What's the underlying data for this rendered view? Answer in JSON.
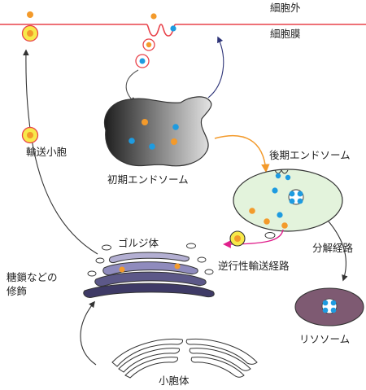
{
  "labels": {
    "extracellular": "細胞外",
    "plasma_membrane": "細胞膜",
    "transport_vesicle": "輸送小胞",
    "early_endosome": "初期エンドソーム",
    "late_endosome": "後期エンドソーム",
    "golgi": "ゴルジ体",
    "glycosylation_line1": "糖鎖などの",
    "glycosylation_line2": "修飾",
    "retrograde_pathway": "逆行性輸送経路",
    "degradation_pathway": "分解経路",
    "lysosome": "リソソーム",
    "er": "小胞体"
  },
  "colors": {
    "membrane": "#e8424a",
    "cargo_orange": "#f39a2b",
    "cargo_blue": "#1e9be0",
    "vesicle_fill": "#f7e94a",
    "late_endosome_fill": "#e3f3dc",
    "lysosome_fill": "#7e5a72",
    "golgi_light": "#b3afd2",
    "golgi_dark": "#3e3a66",
    "arrow_orange": "#f39a2b",
    "arrow_magenta": "#e0208c",
    "arrow_navy": "#2e3478",
    "arrow_gray": "#555555"
  }
}
